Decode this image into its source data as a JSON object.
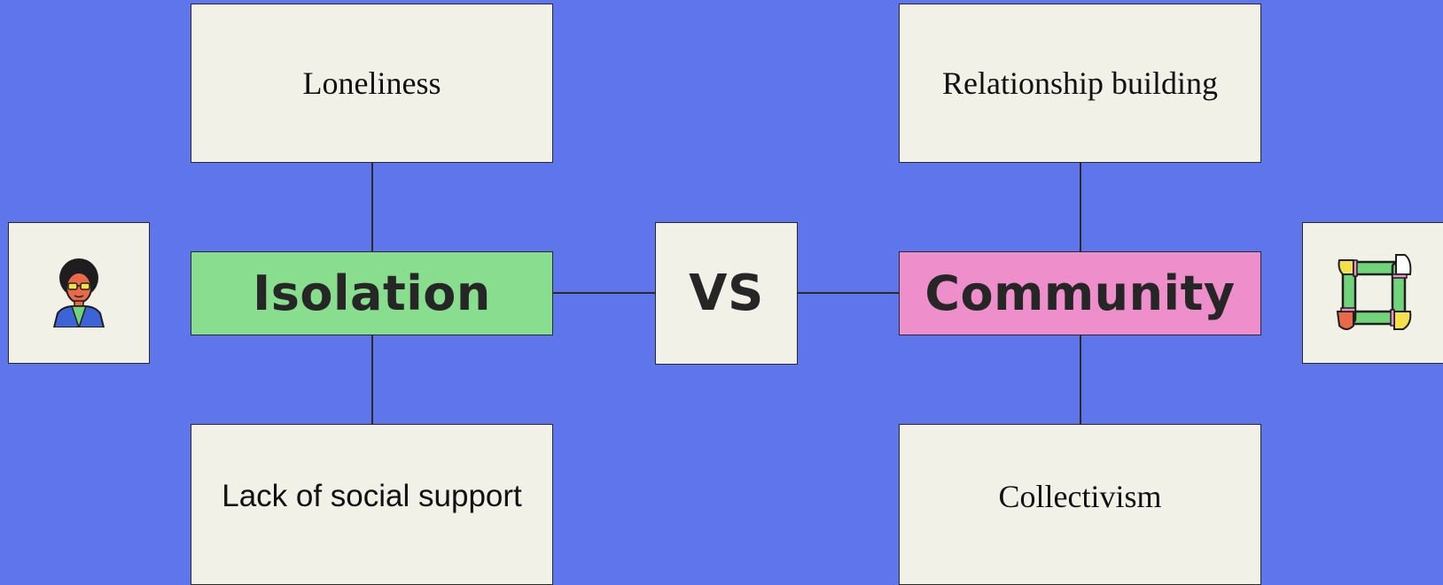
{
  "diagram": {
    "left": {
      "title": "Isolation",
      "top_item": "Loneliness",
      "bottom_item": "Lack of social support",
      "color": "#88dd8e",
      "icon": "person-with-afro-icon"
    },
    "center": {
      "label": "VS"
    },
    "right": {
      "title": "Community",
      "top_item": "Relationship building",
      "bottom_item": "Collectivism",
      "color": "#ee8ecb",
      "icon": "joined-hands-icon"
    },
    "background": "#5f75ec",
    "box_color": "#f1f1e8"
  }
}
